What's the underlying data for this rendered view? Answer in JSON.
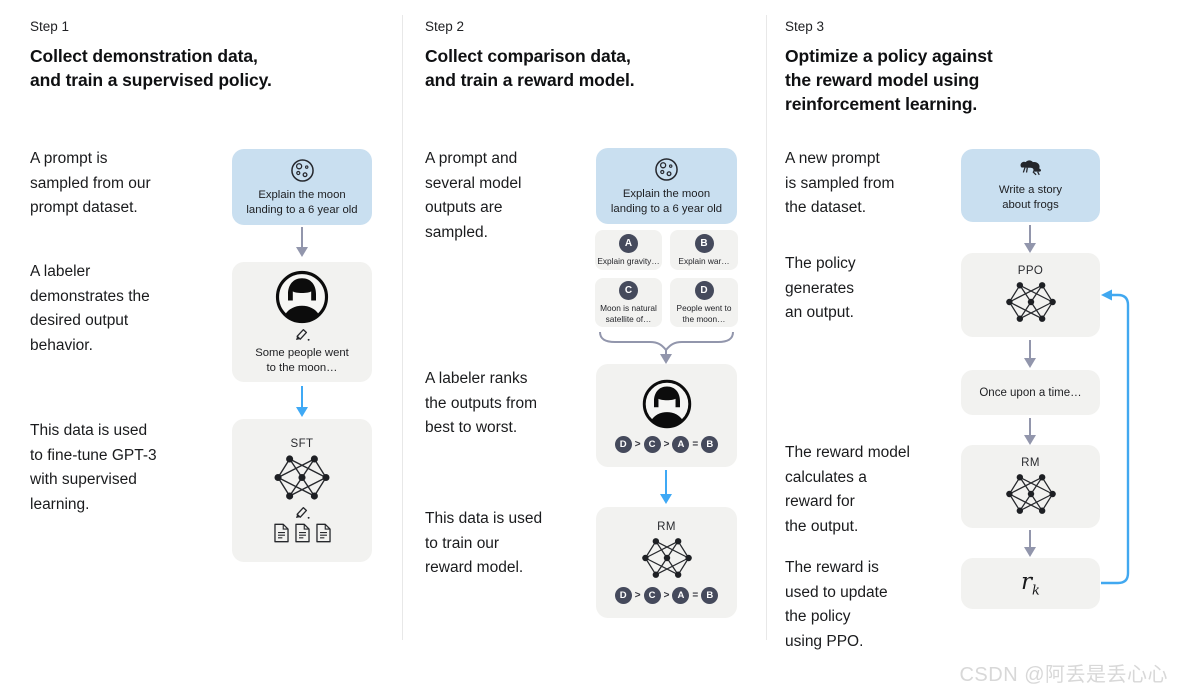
{
  "watermark": "CSDN @阿丢是丢心心",
  "colors": {
    "prompt_box_blue": "#c9dff0",
    "model_box_gray": "#f2f2f0",
    "arrow_gray": "#9296ac",
    "arrow_blue": "#3fa9f5",
    "badge_dark": "#454a5c"
  },
  "icons": {
    "step1_prompt": "moon-icon",
    "step2_prompt": "moon-icon",
    "step3_prompt": "frog-icon",
    "labeler": "person-avatar-icon",
    "model": "neural-network-icon",
    "write": "pencil-icon",
    "data": "document-icon"
  },
  "step1": {
    "label": "Step 1",
    "title": "Collect demonstration data,\nand train a supervised policy.",
    "caption_prompt": "A prompt is\nsampled from our\nprompt dataset.",
    "caption_labeler": "A labeler\ndemonstrates the\ndesired output\nbehavior.",
    "caption_finetune": "This data is used\nto fine-tune GPT-3\nwith supervised\nlearning.",
    "prompt_box": "Explain the moon\nlanding to a 6 year old",
    "labeler_box": "Some people went\nto the moon…",
    "sft_label": "SFT"
  },
  "step2": {
    "label": "Step 2",
    "title": "Collect comparison data,\nand train a reward model.",
    "caption_sampled": "A prompt and\nseveral model\noutputs are\nsampled.",
    "caption_ranks": "A labeler ranks\nthe outputs from\nbest to worst.",
    "caption_train": "This data is used\nto train our\nreward model.",
    "prompt_box": "Explain the moon\nlanding to a 6 year old",
    "outputs": [
      {
        "label": "A",
        "text": "Explain gravity…"
      },
      {
        "label": "B",
        "text": "Explain war…"
      },
      {
        "label": "C",
        "text": "Moon is natural\nsatellite of…"
      },
      {
        "label": "D",
        "text": "People went to\nthe moon…"
      }
    ],
    "rank": {
      "letters": [
        "D",
        "C",
        "A",
        "B"
      ],
      "ops": [
        ">",
        ">",
        "="
      ]
    },
    "rm_label": "RM"
  },
  "step3": {
    "label": "Step 3",
    "title": "Optimize a policy against\nthe reward model using\nreinforcement learning.",
    "caption_prompt": "A new prompt\nis sampled from\nthe dataset.",
    "caption_policy": "The policy\ngenerates\nan output.",
    "caption_reward": "The reward model\ncalculates a\nreward for\nthe output.",
    "caption_update": "The reward is\nused to update\nthe policy\nusing PPO.",
    "prompt_box": "Write a story\nabout frogs",
    "ppo_label": "PPO",
    "output_box": "Once upon a time…",
    "rm_label": "RM",
    "reward_symbol": "r",
    "reward_subscript": "k"
  }
}
